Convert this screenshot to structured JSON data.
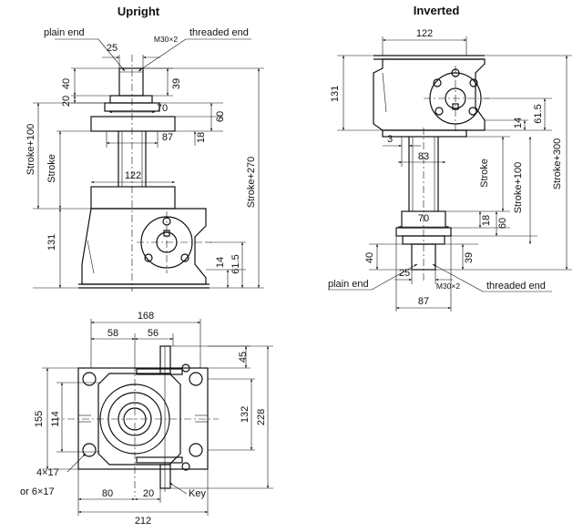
{
  "titles": {
    "upright": "Upright",
    "inverted": "Inverted"
  },
  "upright": {
    "plain_end": "plain end",
    "threaded_end": "threaded end",
    "thread_spec": "M30×2",
    "dims": {
      "d25": "25",
      "d40": "40",
      "d20": "20",
      "d39": "39",
      "d70": "70",
      "d60": "60",
      "d87": "87",
      "d18": "18",
      "d122": "122",
      "d131": "131",
      "d14": "14",
      "d61_5": "61.5",
      "stroke": "Stroke",
      "stroke_plus_100": "Stroke+100",
      "stroke_plus_270": "Stroke+270"
    }
  },
  "inverted": {
    "plain_end": "plain end",
    "threaded_end": "threaded end",
    "thread_spec": "M30×2",
    "dims": {
      "d122": "122",
      "d131": "131",
      "d14": "14",
      "d61_5": "61.5",
      "d3": "3",
      "d83": "83",
      "d70": "70",
      "d18": "18",
      "d60": "60",
      "d40": "40",
      "d39": "39",
      "d25": "25",
      "d87": "87",
      "stroke": "Stroke",
      "stroke_plus_100": "Stroke+100",
      "stroke_plus_300": "Stroke+300"
    }
  },
  "plan": {
    "key": "Key",
    "holes_4": "4×17",
    "holes_6": "or 6×17",
    "dims": {
      "d168": "168",
      "d58": "58",
      "d56": "56",
      "d45": "45",
      "d155": "155",
      "d114": "114",
      "d132": "132",
      "d228": "228",
      "d80": "80",
      "d20": "20",
      "d212": "212"
    }
  }
}
